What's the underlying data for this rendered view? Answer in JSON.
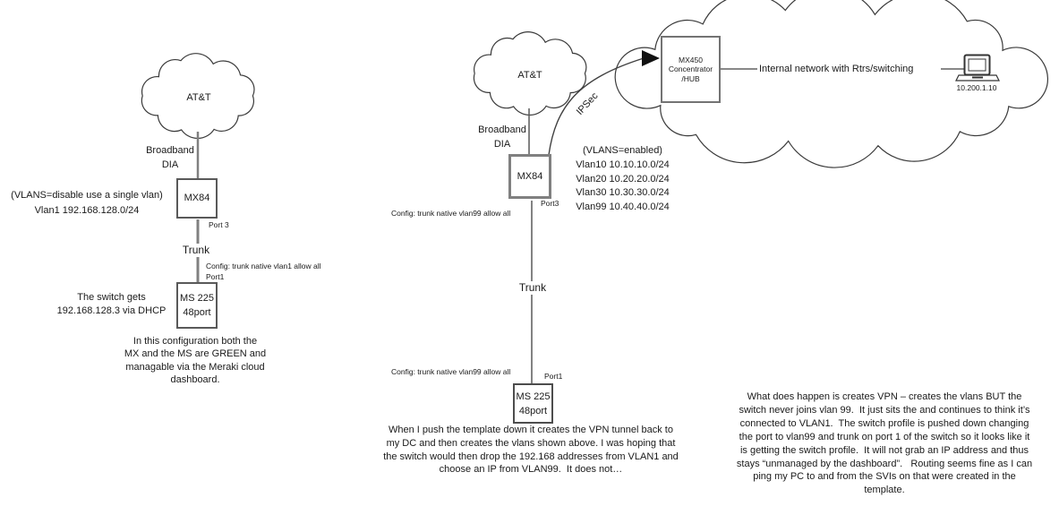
{
  "colors": {
    "line_gray": "#808080",
    "line_dark": "#595959",
    "outline": "#3a3a3a",
    "text": "#1a1a1a"
  },
  "left_diagram": {
    "cloud_label": "AT&T",
    "wan_label": [
      "Broadband",
      "DIA"
    ],
    "vlan_note": [
      "(VLANS=disable use a single vlan)",
      "Vlan1 192.168.128.0/24"
    ],
    "firewall_label": "MX84",
    "port_top_label": "Port 3",
    "trunk_label": "Trunk",
    "config_note": "Config: trunk native vlan1 allow all",
    "port_bottom_label": "Port1",
    "switch_label": [
      "MS 225",
      "48port"
    ],
    "switch_note": [
      "The switch gets",
      "192.168.128.3 via DHCP"
    ],
    "caption": [
      "In this configuration both the",
      "MX and the MS are GREEN and",
      "managable via the Meraki cloud",
      "dashboard."
    ]
  },
  "middle_diagram": {
    "cloud_label": "AT&T",
    "wan_label": [
      "Broadband",
      "DIA"
    ],
    "firewall_label": "MX84",
    "port_top_label": "Port3",
    "ipsec_label": "IPSec",
    "vlans_title": "(VLANS=enabled)",
    "vlans": [
      "Vlan10 10.10.10.0/24",
      "Vlan20 10.20.20.0/24",
      "Vlan30 10.30.30.0/24",
      "Vlan99 10.40.40.0/24"
    ],
    "config_top": "Config: trunk native vlan99 allow all",
    "trunk_label": "Trunk",
    "config_bottom": "Config: trunk native vlan99 allow all",
    "port_bottom_label": "Port1",
    "switch_label": [
      "MS 225",
      "48port"
    ],
    "caption": [
      "When I push the template down it creates the VPN tunnel back to",
      "my DC and then creates the vlans shown above. I was hoping that",
      "the switch would then drop the 192.168 addresses from VLAN1 and",
      "choose an IP from VLAN99.  It does not…"
    ]
  },
  "right_diagram": {
    "hub_label": [
      "MX450",
      "Concentrator",
      "/HUB"
    ],
    "network_label": "Internal network with Rtrs/switching",
    "pc_ip": "10.200.1.10",
    "caption": [
      "What does happen is creates VPN – creates the vlans BUT the",
      "switch never joins vlan 99.  It just sits the and continues to think it’s",
      "connected to VLAN1.  The switch profile is pushed down changing",
      "the port to vlan99 and trunk on port 1 of the switch so it looks like it",
      "is getting the switch profile.  It will not grab an IP address and thus",
      "stays “unmanaged by the dashboard”.   Routing seems fine as I can",
      "ping my PC to and from the SVIs on that were created in the",
      "template."
    ]
  }
}
